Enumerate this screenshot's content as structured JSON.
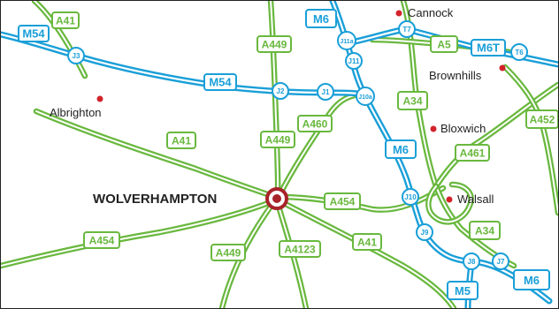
{
  "colors": {
    "motorway": "#1a9fd8",
    "a_road": "#69b83e",
    "town_dot": "#d2232a",
    "city_marker": "#a8232a",
    "text": "#222222"
  },
  "city": {
    "name": "WOLVERHAMPTON"
  },
  "towns": {
    "cannock": "Cannock",
    "brownhills": "Brownhills",
    "albrighton": "Albrighton",
    "bloxwich": "Bloxwich",
    "walsall": "Walsall"
  },
  "motorway_labels": {
    "m54_west": "M54",
    "m54_mid": "M54",
    "m6_top": "M6",
    "m6_mid": "M6",
    "m6_south": "M6",
    "m6t": "M6T",
    "m5": "M5"
  },
  "a_road_labels": {
    "a41_nw": "A41",
    "a449_north": "A449",
    "a5": "A5",
    "a34_north": "A34",
    "a460": "A460",
    "a449_mid": "A449",
    "a41_west": "A41",
    "a452": "A452",
    "a461": "A461",
    "a454_east": "A454",
    "a34_south": "A34",
    "a454_west": "A454",
    "a449_south": "A449",
    "a4123": "A4123",
    "a41_south": "A41"
  },
  "junctions": {
    "j3": "J3",
    "j2": "J2",
    "j1": "J1",
    "j10a": "J10a",
    "j11a": "J11a",
    "j11": "J11",
    "t7": "T7",
    "t6": "T6",
    "j10": "J10",
    "j9": "J9",
    "j8": "J8",
    "j7": "J7"
  }
}
